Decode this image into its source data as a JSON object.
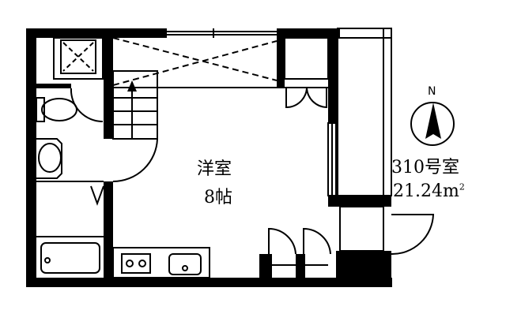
{
  "floor_plan": {
    "room": {
      "name": "洋室",
      "size": "8帖"
    },
    "unit": {
      "number": "310号室",
      "area": "21.24m",
      "area_unit_superscript": "2"
    },
    "compass": {
      "label": "N"
    }
  }
}
